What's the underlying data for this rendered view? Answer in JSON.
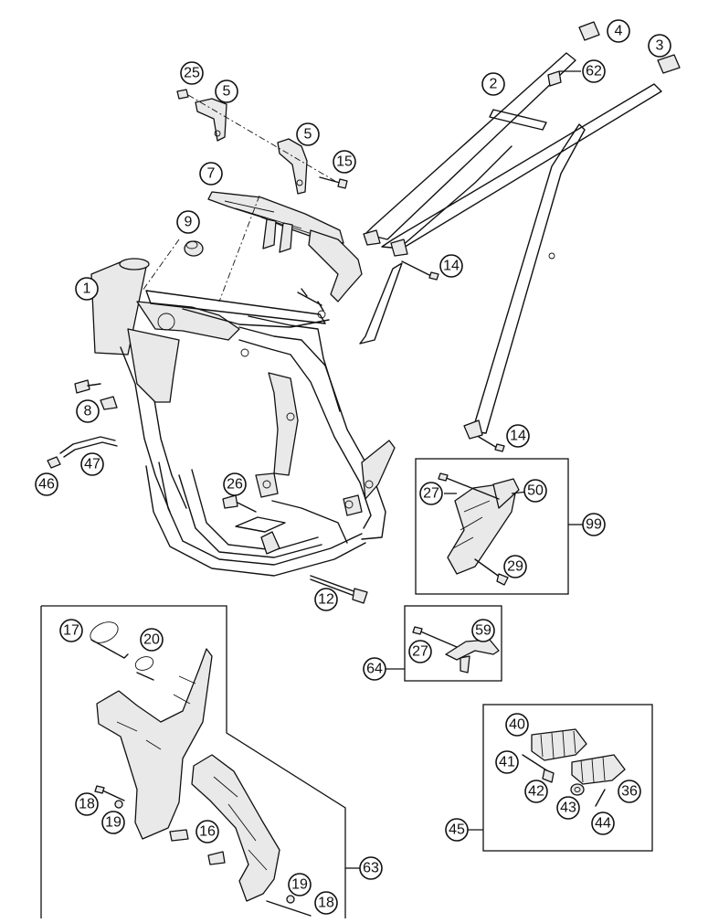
{
  "callouts": {
    "c1": "1",
    "c2": "2",
    "c3": "3",
    "c4": "4",
    "c5a": "5",
    "c5b": "5",
    "c7": "7",
    "c8": "8",
    "c9": "9",
    "c12": "12",
    "c14a": "14",
    "c14b": "14",
    "c15": "15",
    "c16": "16",
    "c17": "17",
    "c18a": "18",
    "c18b": "18",
    "c19a": "19",
    "c19b": "19",
    "c20": "20",
    "c25": "25",
    "c26": "26",
    "c27a": "27",
    "c27b": "27",
    "c29": "29",
    "c36": "36",
    "c40": "40",
    "c41": "41",
    "c42": "42",
    "c43": "43",
    "c44": "44",
    "c45": "45",
    "c46": "46",
    "c47": "47",
    "c50": "50",
    "c59": "59",
    "c62": "62",
    "c63": "63",
    "c64": "64",
    "c99": "99"
  }
}
